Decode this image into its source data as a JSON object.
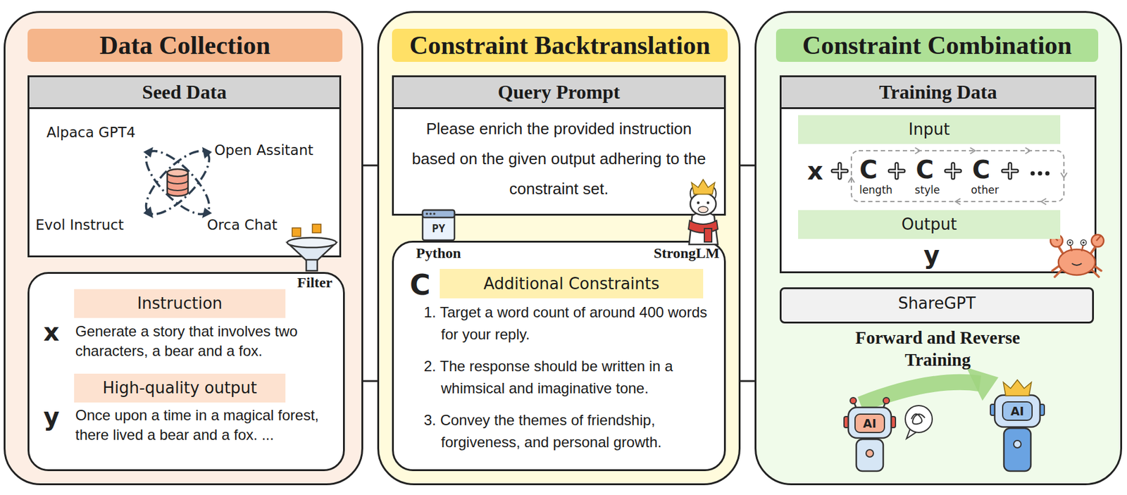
{
  "diagram": {
    "nodes": [
      {
        "text": [
          "Data Collection"
        ]
      },
      {
        "text": [
          "Seed Data",
          "Alpaca GPT4",
          "Open Assitant",
          "Evol Instruct",
          "Orca Chat"
        ],
        "in": 0
      },
      {
        "text": [
          "Instruction",
          "Generate a story that involves two characters, a bear and a fox.",
          "High-quality output",
          "Once upon a time in a magical forest, there lived a bear and a fox. ..."
        ],
        "in": 0
      },
      {
        "text": [
          "Constraint Backtranslation"
        ]
      },
      {
        "text": [
          "Query Prompt",
          "Please enrich the provided instruction based on the given output adhering to the constraint set."
        ],
        "in": 3
      },
      {
        "text": [
          "Additional Constraints",
          "1. Target a word count of around 400 words for your reply.",
          "2. The response should be written in a whimsical and imaginative tone.",
          "3. Convey the themes of friendship, forgiveness, and personal growth."
        ],
        "in": 3
      },
      {
        "text": [
          "Constraint Combination"
        ]
      },
      {
        "text": [
          "Training Data",
          "Input",
          "Output"
        ],
        "in": 6
      },
      {
        "text": [
          "ShareGPT"
        ],
        "in": 6
      }
    ],
    "edges": [
      {
        "from": 0,
        "to": 3,
        "arrow": "none"
      },
      {
        "from": 0,
        "to": 3,
        "arrow": "none"
      },
      {
        "from": 3,
        "to": 6,
        "arrow": "none"
      },
      {
        "from": 3,
        "to": 6,
        "arrow": "none"
      }
    ],
    "labels": [
      "Filter",
      "x",
      "y",
      "PY",
      "Python",
      "StrongLM",
      "C",
      "x",
      "C",
      "C",
      "C",
      "length",
      "style",
      "other",
      "y",
      "Forward and Reverse Training",
      "AI",
      "AI"
    ]
  }
}
